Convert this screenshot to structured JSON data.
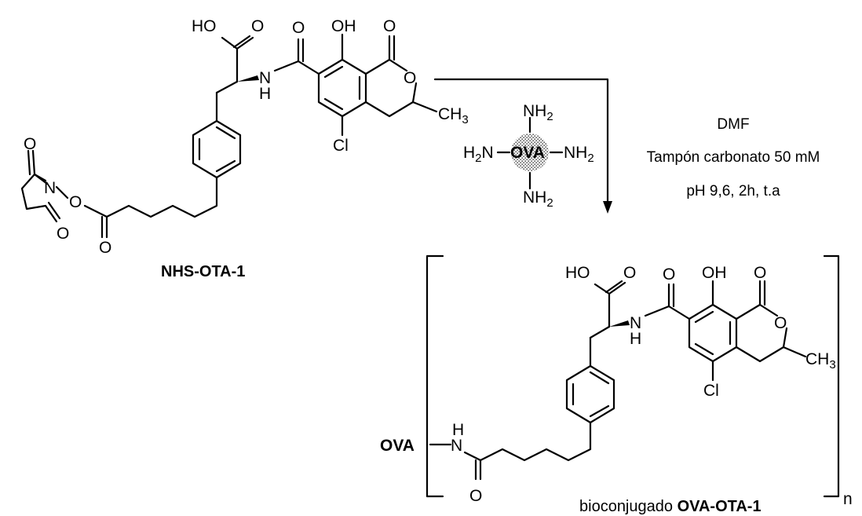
{
  "atoms": {
    "oh": "OH",
    "ho": "HO",
    "o": "O",
    "n": "N",
    "h": "H",
    "cl": "Cl",
    "ch3_c": "CH",
    "ch3_sub": "3",
    "nh2_n": "NH",
    "h2n_h": "H",
    "two": "2",
    "ova": "OVA"
  },
  "conditions": {
    "solvent": "DMF",
    "buffer": "Tampón carbonato 50 mM",
    "ph_time_temp": "pH 9,6, 2h, t.a"
  },
  "reactant_label": "NHS-OTA-1",
  "product": {
    "label_prefix": "bioconjugado ",
    "label_bold": "OVA-OTA-1",
    "repeat_index": "n"
  },
  "reagent_bead_color": "#b3b3b3"
}
